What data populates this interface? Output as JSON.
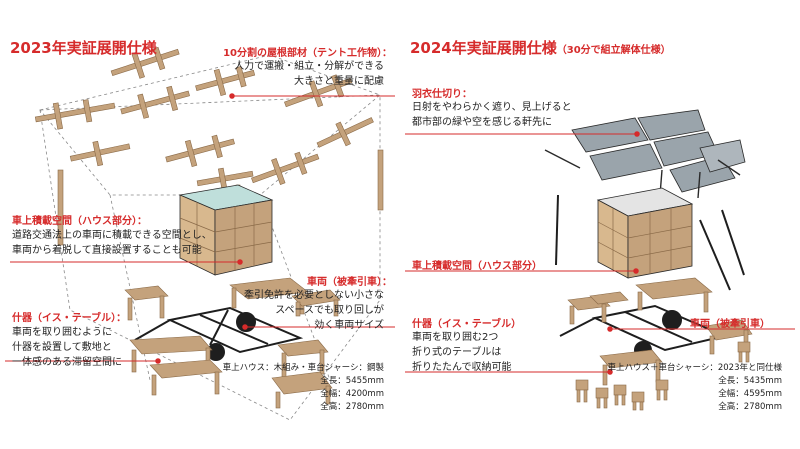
{
  "left": {
    "title": "2023年実証展開仕様",
    "roof": {
      "heading": "10分割の屋根部材（テント工作物）：",
      "lines": [
        "人力で運搬・組立・分解ができる",
        "大きさと重量に配慮"
      ]
    },
    "house": {
      "heading": "車上積載空間（ハウス部分）：",
      "lines": [
        "道路交通法上の車両に積載できる空間とし、",
        "車両から着脱して直接設置することも可能"
      ]
    },
    "vehicle": {
      "heading": "車両（被牽引車）：",
      "lines": [
        "牽引免許を必要としない小さな",
        "スペースでも取り回しが",
        "効く車両サイズ"
      ]
    },
    "furniture": {
      "heading": "什器（イス・テーブル）：",
      "lines": [
        "車両を取り囲むように",
        "什器を設置して敷地と",
        "一体感のある滞留空間に"
      ]
    },
    "specs": [
      "車上ハウス：木組み・車台シャーシ：鋼製",
      "全長：5455mm",
      "全幅：4200mm",
      "全高：2780mm"
    ]
  },
  "right": {
    "title": "2024年実証展開仕様",
    "title_note": "（30分で組立解体仕様）",
    "eaves": {
      "heading": "羽衣仕切り：",
      "lines": [
        "日射をやわらかく遮り、見上げると",
        "都市部の緑や空を感じる軒先に"
      ]
    },
    "house": {
      "heading": "車上積載空間（ハウス部分）"
    },
    "furniture": {
      "heading": "什器（イス・テーブル）",
      "lines": [
        "車両を取り囲む2つ",
        "折り式のテーブルは",
        "折りたたんで収納可能"
      ]
    },
    "vehicle": {
      "heading": "車両（被牽引車）"
    },
    "specs": [
      "車上ハウス＋車台シャーシ：2023年と同仕様",
      "全長：5435mm",
      "全幅：4595mm",
      "全高：2780mm"
    ]
  },
  "colors": {
    "accent": "#d62b2b",
    "wood": "#c4a27c",
    "wood_dark": "#8a6a48",
    "glass": "#bfdfdb",
    "panel": "#9aa4ab",
    "frame": "#2a2a2a"
  }
}
